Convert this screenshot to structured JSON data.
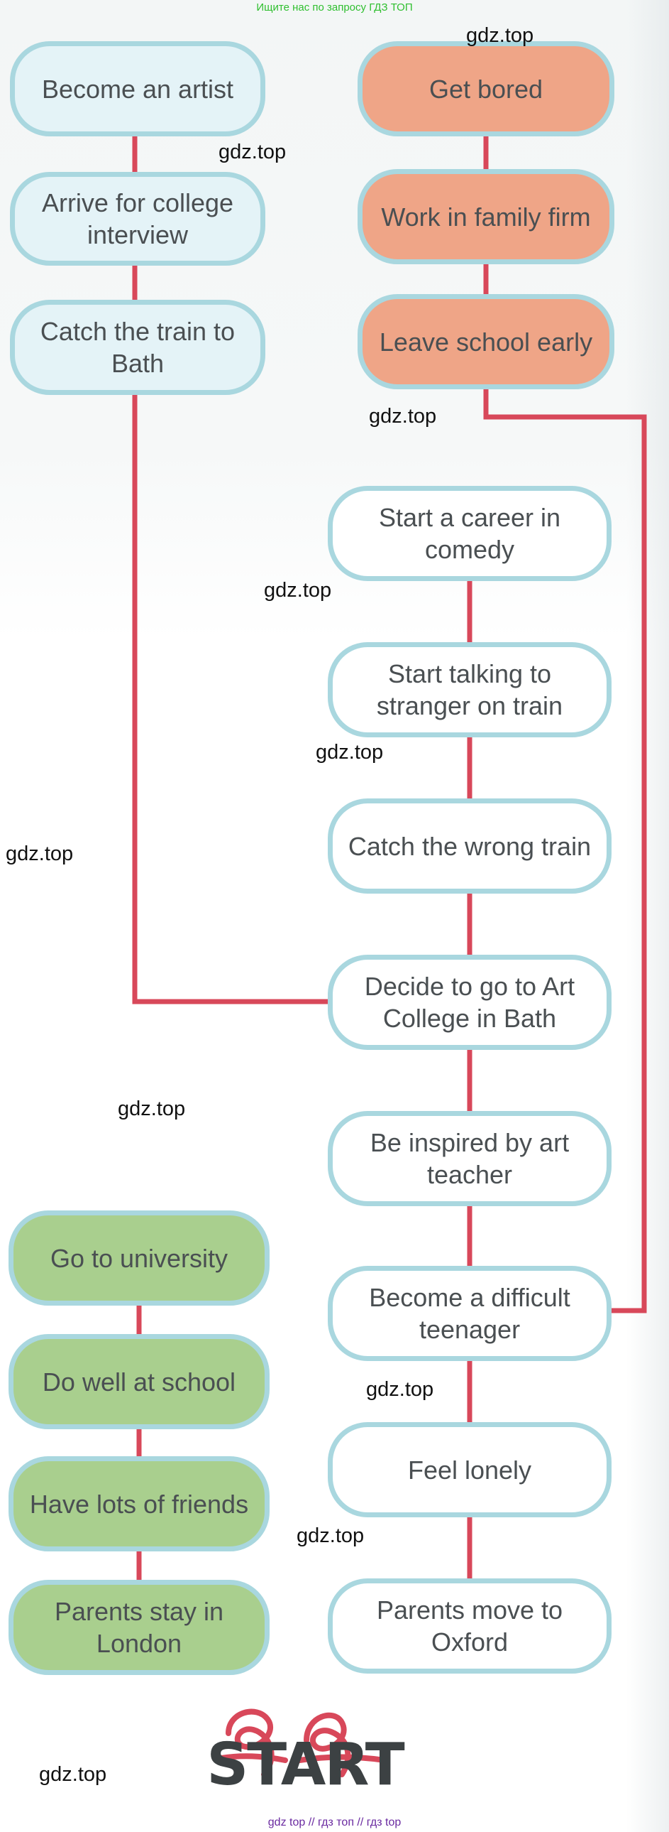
{
  "banners": {
    "top": "Ищите нас по запросу ГДЗ ТОП",
    "bottom": "gdz top  //  гдз топ  //  гдз top"
  },
  "watermark": "gdz.top",
  "start": {
    "label": "START"
  },
  "colors": {
    "line": "#d8485a",
    "border": "#a9d7df",
    "blue_fill": "#e4f3f7",
    "orange_fill": "#efa587",
    "green_fill": "#a9cf8e",
    "white_fill": "#ffffff"
  },
  "nodes": {
    "become_artist": "Become an artist",
    "arrive_interview": "Arrive for college interview",
    "catch_train_bath": "Catch the train to Bath",
    "get_bored": "Get bored",
    "work_family_firm": "Work in family firm",
    "leave_school_early": "Leave school early",
    "start_career_comedy": "Start a career in comedy",
    "talk_stranger": "Start talking to stranger on train",
    "wrong_train": "Catch the wrong train",
    "decide_art_college": "Decide to go to Art College in Bath",
    "inspired_teacher": "Be inspired by art teacher",
    "difficult_teenager": "Become a difficult teenager",
    "feel_lonely": "Feel lonely",
    "parents_oxford": "Parents move to Oxford",
    "go_university": "Go to university",
    "do_well_school": "Do well at school",
    "lots_friends": "Have lots of friends",
    "parents_london": "Parents stay in London"
  }
}
